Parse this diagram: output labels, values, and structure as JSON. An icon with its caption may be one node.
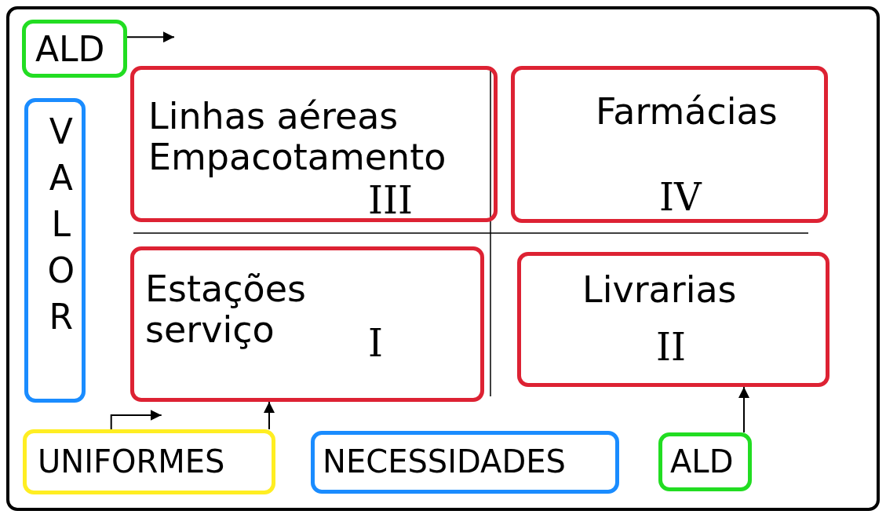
{
  "diagram": {
    "nodes": [
      {
        "text": [
          "ALD"
        ]
      },
      {
        "text": [
          "VALOR"
        ]
      },
      {
        "text": [
          "Linhas aéreas Empacotamento",
          "III"
        ]
      },
      {
        "text": [
          "Farmácias",
          "IV"
        ]
      },
      {
        "text": [
          "Estações serviço",
          "I"
        ]
      },
      {
        "text": [
          "Livrarias",
          "II"
        ]
      },
      {
        "text": [
          "UNIFORMES"
        ]
      },
      {
        "text": [
          "NECESSIDADES"
        ]
      },
      {
        "text": [
          "ALD"
        ]
      }
    ],
    "edges": [
      {
        "from": 0,
        "to": null,
        "arrow": "to"
      },
      {
        "from": 6,
        "to": null,
        "arrow": "to"
      },
      {
        "from": 6,
        "to": 4,
        "arrow": "to"
      },
      {
        "from": 8,
        "to": 5,
        "arrow": "to"
      }
    ]
  }
}
